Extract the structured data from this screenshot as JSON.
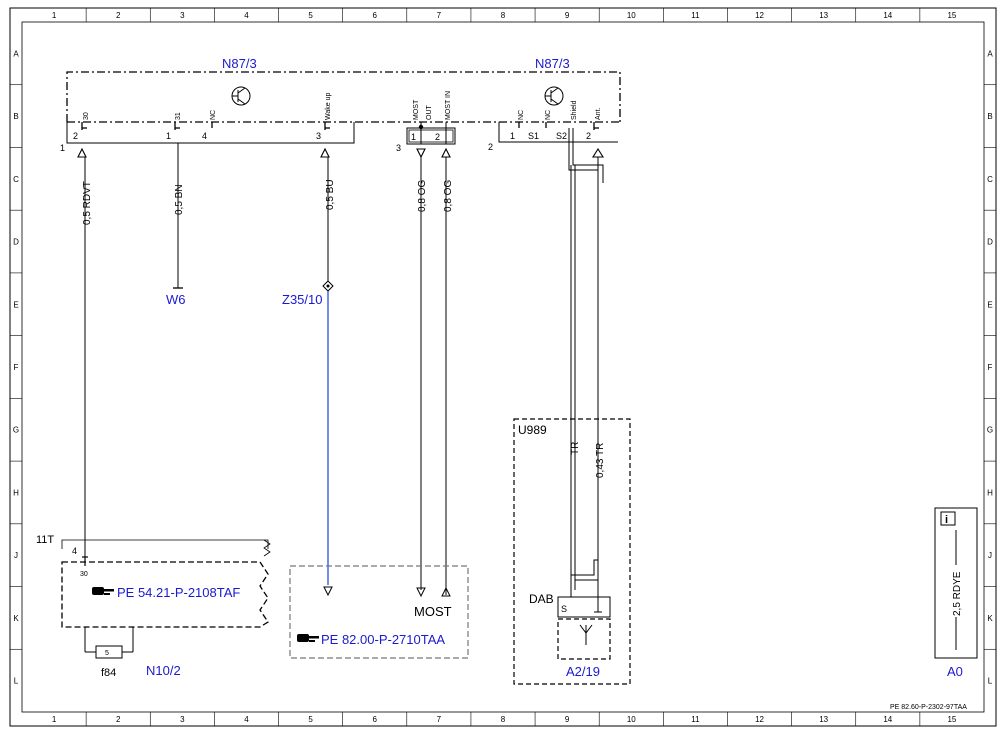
{
  "grid": {
    "cols": [
      "1",
      "2",
      "3",
      "4",
      "5",
      "6",
      "7",
      "8",
      "9",
      "10",
      "11",
      "12",
      "13",
      "14",
      "15"
    ],
    "rows": [
      "A",
      "B",
      "C",
      "D",
      "E",
      "F",
      "G",
      "H",
      "J",
      "K",
      "L"
    ]
  },
  "components": {
    "n87_left": "N87/3",
    "n87_right": "N87/3",
    "w6": "W6",
    "z35": "Z35/10",
    "n10": "N10/2",
    "u989": "U989",
    "a2": "A2/19",
    "a0": "A0"
  },
  "connectors": {
    "c1": "1",
    "c2": "2",
    "c3": "3",
    "c11t": "11T"
  },
  "pins": {
    "p2": "2",
    "p30": "30",
    "p1": "1",
    "p31": "31",
    "p4": "4",
    "nc_a": "NC",
    "p3": "3",
    "wake": "Wake up",
    "most": "MOST",
    "out": "OUT",
    "mostin": "MOST IN",
    "m1": "1",
    "m2": "2",
    "nc_b": "NC",
    "nc_c": "NC",
    "shield": "Shield",
    "ant": "Ant.",
    "r1": "1",
    "s1": "S1",
    "s2": "S2",
    "r2": "2",
    "n10_4": "4",
    "n10_30": "30",
    "fuse_5": "5",
    "f84": "f84",
    "dab_s": "S"
  },
  "wires": {
    "w_rdvt": "0,5 RDVT",
    "w_bn": "0,5 BN",
    "w_bu": "0,5 BU",
    "w_og1": "0,8 OG",
    "w_og2": "0,8 OG",
    "w_tr": "TR",
    "w_043": "0,43 TR",
    "w_rdye": "2,5 RDYE"
  },
  "labels": {
    "most_bus": "MOST",
    "dab": "DAB",
    "info_icon": "i"
  },
  "links": {
    "pe54": "PE 54.21-P-2108TAF",
    "pe82": "PE 82.00-P-2710TAA"
  },
  "footer": {
    "doc_id": "PE 82.60-P-2302-97TAA"
  },
  "colors": {
    "line": "#000000",
    "blue_label": "#1a1ad0",
    "blue_wire": "#2b4fd8",
    "dash_gray": "#777777"
  }
}
